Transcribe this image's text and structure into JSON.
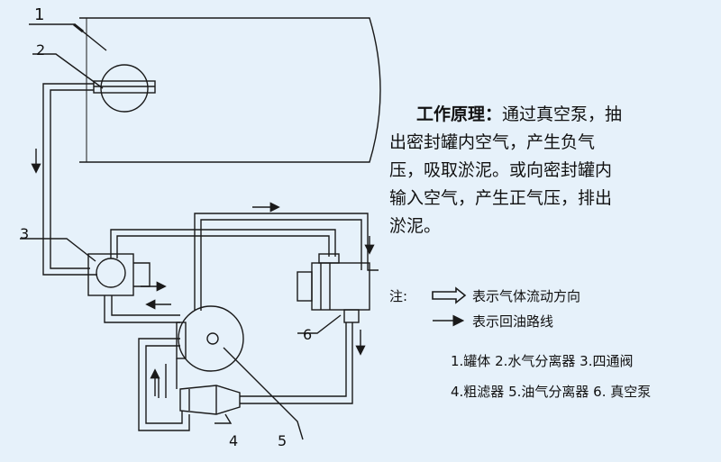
{
  "diagram": {
    "labels": {
      "tank": "1",
      "separator_label": "2",
      "four_way_valve": "3",
      "coarse_filter": "4",
      "oil_separator": "5",
      "vacuum_pump": "6"
    },
    "description": {
      "title": "工作原理：",
      "lines": [
        "通过真空泵，抽",
        "出密封罐内空气，产生负气",
        "压，吸取淤泥。或向密封罐内",
        "输入空气，产生正气压，排出",
        "淤泥。"
      ]
    },
    "note": {
      "prefix": "注:",
      "legend": [
        {
          "symbol": "hollow-arrow-icon",
          "text": "表示气体流动方向"
        },
        {
          "symbol": "line-arrow-icon",
          "text": "表示回油路线"
        }
      ]
    },
    "parts_list": [
      "1.罐体 2.水气分离器 3.四通阀",
      "4.粗滤器 5.油气分离器 6. 真空泵"
    ],
    "colors": {
      "background": "#e6f1fa",
      "line": "#1a1a1a"
    }
  }
}
